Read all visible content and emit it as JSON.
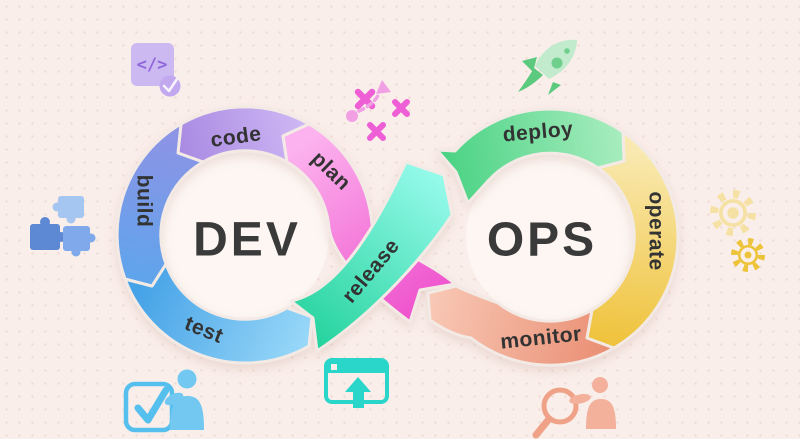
{
  "background": {
    "color": "#faeeea",
    "dot_color": "#efdbd4",
    "inner_circle_color": "#fdf6f2",
    "outline_color": "#f3eae5"
  },
  "diagram": {
    "type": "devops-infinity-loop",
    "dev_label": "DEV",
    "ops_label": "OPS",
    "text_color": "#333333",
    "loop_title_color": "#3a3a3a",
    "stages": {
      "code": {
        "label": "code",
        "color_from": "#a98ae2",
        "color_to": "#cfb8f4"
      },
      "plan": {
        "label": "plan",
        "color_from": "#fcb2ee",
        "color_to": "#ef57ce"
      },
      "build": {
        "label": "build",
        "color_from": "#8e93e5",
        "color_to": "#5ea5ec"
      },
      "test": {
        "label": "test",
        "color_from": "#47a3e7",
        "color_to": "#97d7f8"
      },
      "release": {
        "label": "release",
        "color_from": "#25d39d",
        "color_to": "#93f9e9"
      },
      "deploy": {
        "label": "deploy",
        "color_from": "#45d181",
        "color_to": "#a9edbf"
      },
      "operate": {
        "label": "operate",
        "color_from": "#f9e9b0",
        "color_to": "#efc23a"
      },
      "monitor": {
        "label": "monitor",
        "color_from": "#ea8f74",
        "color_to": "#f8c8b5"
      }
    },
    "flow_order": [
      "plan",
      "code",
      "build",
      "test",
      "release",
      "deploy",
      "operate",
      "monitor"
    ]
  },
  "icons": {
    "code_badge": {
      "name": "code-check-icon",
      "glyph": "</>",
      "square_color": "#ccb9f1",
      "glyph_color": "#8f66db",
      "badge_color": "#c2a8ee",
      "check_color": "#f7f3fd"
    },
    "strategy": {
      "name": "strategy-icon",
      "x_color": "#ee5fd6",
      "accent_color": "#f2a0e4"
    },
    "rocket": {
      "name": "rocket-icon",
      "body_color": "#c2ebcd",
      "fin_color": "#5bca7e",
      "window_color": "#6fcf8c"
    },
    "puzzle": {
      "name": "puzzle-icon",
      "colors": [
        "#a6c6f2",
        "#5c88d4",
        "#7fa9ea"
      ]
    },
    "gears": {
      "name": "gears-icon",
      "big_color": "#f6e1a4",
      "small_color": "#ecc339"
    },
    "approval": {
      "name": "check-person-icon",
      "color": "#55bfee",
      "person_color": "#72c8f1"
    },
    "browser_upload": {
      "name": "browser-upload-icon",
      "color": "#2ad6ca"
    },
    "search_person": {
      "name": "search-person-icon",
      "color": "#efa288"
    }
  }
}
